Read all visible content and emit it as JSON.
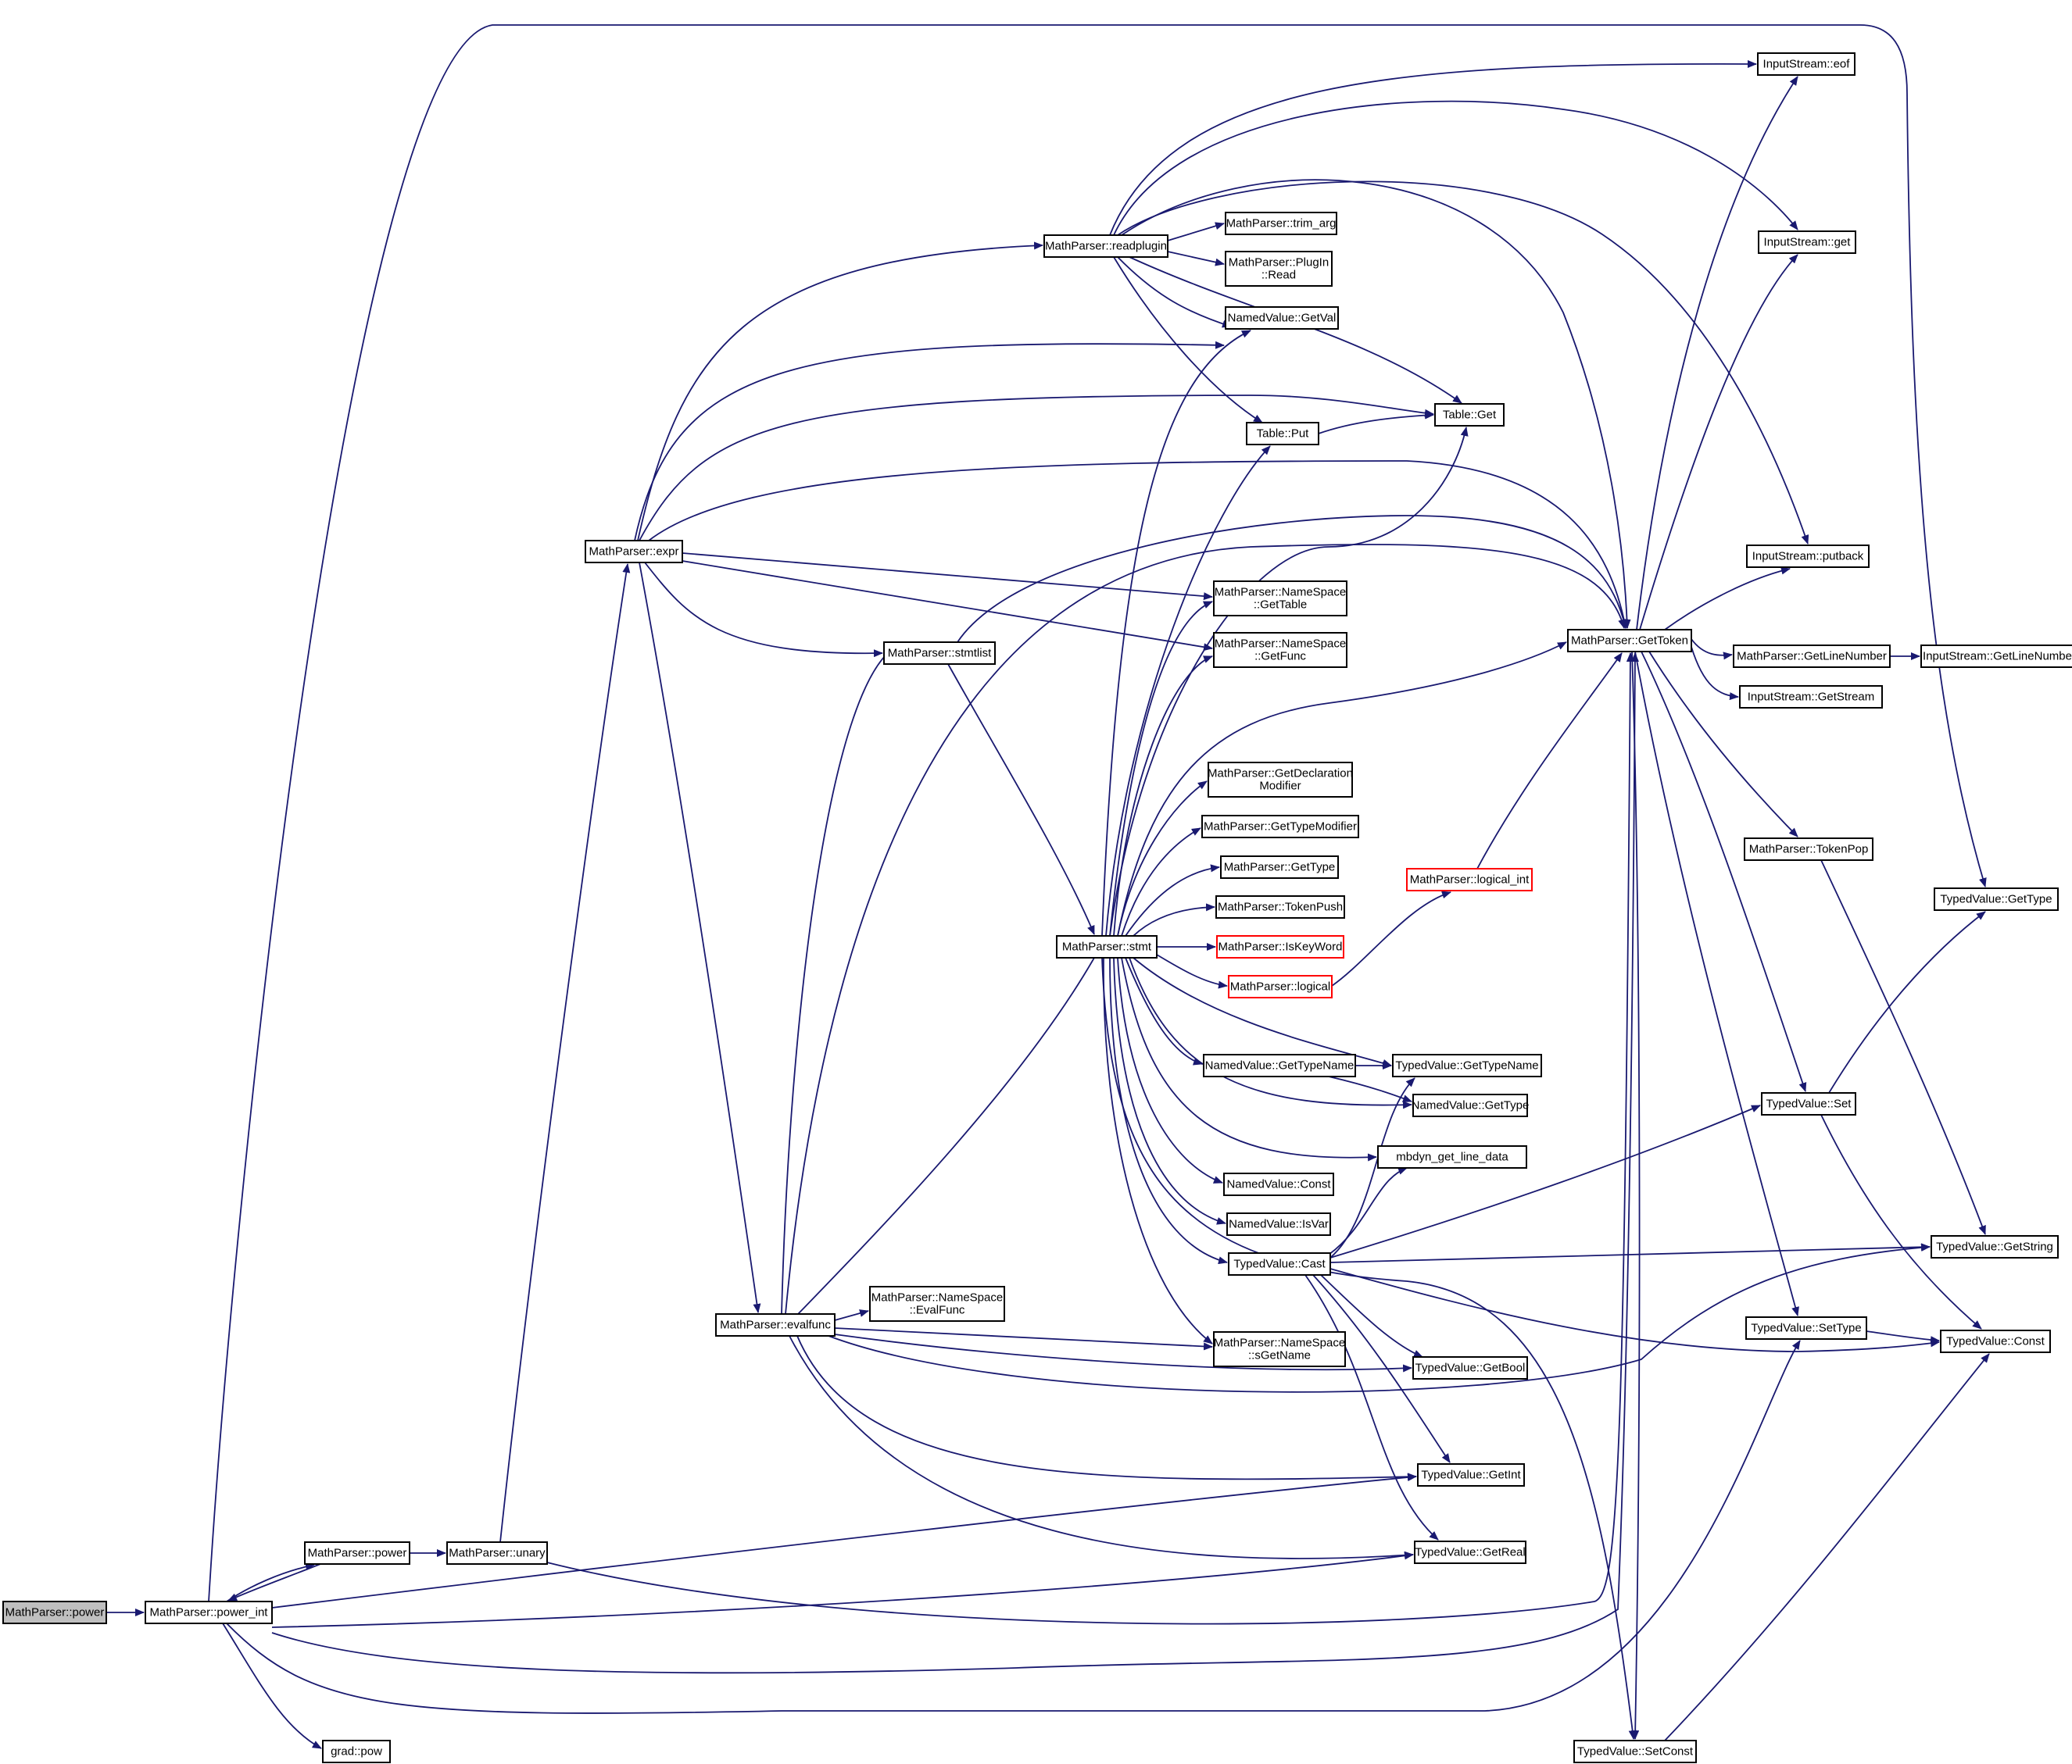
{
  "graph": {
    "edge_color": "#191970",
    "highlight_fill": "#bfbfbf",
    "truncated_border": "#ff0000",
    "nodes": {
      "root": {
        "label": [
          "MathParser::power"
        ],
        "highlighted": true
      },
      "power_int": {
        "label": [
          "MathParser::power_int"
        ]
      },
      "power": {
        "label": [
          "MathParser::power"
        ]
      },
      "unary": {
        "label": [
          "MathParser::unary"
        ]
      },
      "grad_pow": {
        "label": [
          "grad::pow"
        ]
      },
      "expr": {
        "label": [
          "MathParser::expr"
        ]
      },
      "evalfunc": {
        "label": [
          "MathParser::evalfunc"
        ]
      },
      "stmtlist": {
        "label": [
          "MathParser::stmtlist"
        ]
      },
      "readplugin": {
        "label": [
          "MathParser::readplugin"
        ]
      },
      "stmt": {
        "label": [
          "MathParser::stmt"
        ]
      },
      "trim_arg": {
        "label": [
          "MathParser::trim_arg"
        ]
      },
      "plugin_read": {
        "label": [
          "MathParser::PlugIn",
          "::Read"
        ]
      },
      "nv_getval": {
        "label": [
          "NamedValue::GetVal"
        ]
      },
      "table_put": {
        "label": [
          "Table::Put"
        ]
      },
      "table_get": {
        "label": [
          "Table::Get"
        ]
      },
      "ns_gettable": {
        "label": [
          "MathParser::NameSpace",
          "::GetTable"
        ]
      },
      "ns_getfunc": {
        "label": [
          "MathParser::NameSpace",
          "::GetFunc"
        ]
      },
      "getdeclmod": {
        "label": [
          "MathParser::GetDeclaration",
          "Modifier"
        ]
      },
      "gettypemod": {
        "label": [
          "MathParser::GetTypeModifier"
        ]
      },
      "gettype": {
        "label": [
          "MathParser::GetType"
        ]
      },
      "tokenpush": {
        "label": [
          "MathParser::TokenPush"
        ]
      },
      "iskeyword": {
        "label": [
          "MathParser::IsKeyWord"
        ],
        "truncated": true
      },
      "logical": {
        "label": [
          "MathParser::logical"
        ],
        "truncated": true
      },
      "logical_int": {
        "label": [
          "MathParser::logical_int"
        ],
        "truncated": true
      },
      "nv_gettypename": {
        "label": [
          "NamedValue::GetTypeName"
        ]
      },
      "tv_gettypename": {
        "label": [
          "TypedValue::GetTypeName"
        ]
      },
      "nv_gettype": {
        "label": [
          "NamedValue::GetType"
        ]
      },
      "mbdyn": {
        "label": [
          "mbdyn_get_line_data"
        ]
      },
      "nv_const": {
        "label": [
          "NamedValue::Const"
        ]
      },
      "nv_isvar": {
        "label": [
          "NamedValue::IsVar"
        ]
      },
      "tv_cast": {
        "label": [
          "TypedValue::Cast"
        ]
      },
      "ns_evalfunc": {
        "label": [
          "MathParser::NameSpace",
          "::EvalFunc"
        ]
      },
      "ns_sgetname": {
        "label": [
          "MathParser::NameSpace",
          "::sGetName"
        ]
      },
      "tv_getbool": {
        "label": [
          "TypedValue::GetBool"
        ]
      },
      "tv_getint": {
        "label": [
          "TypedValue::GetInt"
        ]
      },
      "tv_getreal": {
        "label": [
          "TypedValue::GetReal"
        ]
      },
      "gettoken": {
        "label": [
          "MathParser::GetToken"
        ]
      },
      "is_eof": {
        "label": [
          "InputStream::eof"
        ]
      },
      "is_get": {
        "label": [
          "InputStream::get"
        ]
      },
      "is_putback": {
        "label": [
          "InputStream::putback"
        ]
      },
      "getlinenumber": {
        "label": [
          "MathParser::GetLineNumber"
        ]
      },
      "is_getlinenumber": {
        "label": [
          "InputStream::GetLineNumber"
        ]
      },
      "is_getstream": {
        "label": [
          "InputStream::GetStream"
        ]
      },
      "tokenpop": {
        "label": [
          "MathParser::TokenPop"
        ]
      },
      "tv_set": {
        "label": [
          "TypedValue::Set"
        ]
      },
      "tv_settype": {
        "label": [
          "TypedValue::SetType"
        ]
      },
      "tv_setconst": {
        "label": [
          "TypedValue::SetConst"
        ]
      },
      "tv_gettype": {
        "label": [
          "TypedValue::GetType"
        ]
      },
      "tv_getstring": {
        "label": [
          "TypedValue::GetString"
        ]
      },
      "tv_const": {
        "label": [
          "TypedValue::Const"
        ]
      }
    }
  }
}
